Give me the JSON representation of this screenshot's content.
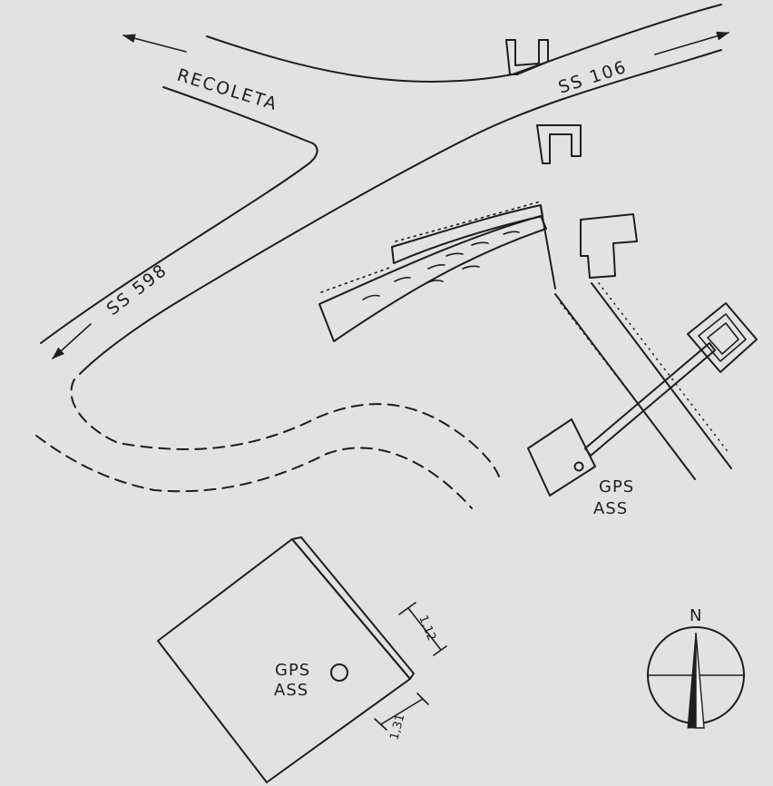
{
  "roads": {
    "recoleta": "RECOLETA",
    "ss106": "SS 106",
    "ss598": "SS 598"
  },
  "site_label": {
    "line1": "GPS",
    "line2": "ASS"
  },
  "detail_label": {
    "line1": "GPS",
    "line2": "ASS"
  },
  "dimensions": {
    "d1": "1,12",
    "d2": "1,31"
  },
  "compass": {
    "north": "N"
  },
  "colors": {
    "paper": "#e2e2e2",
    "ink": "#1e1e1e",
    "fill": "#ececec"
  }
}
